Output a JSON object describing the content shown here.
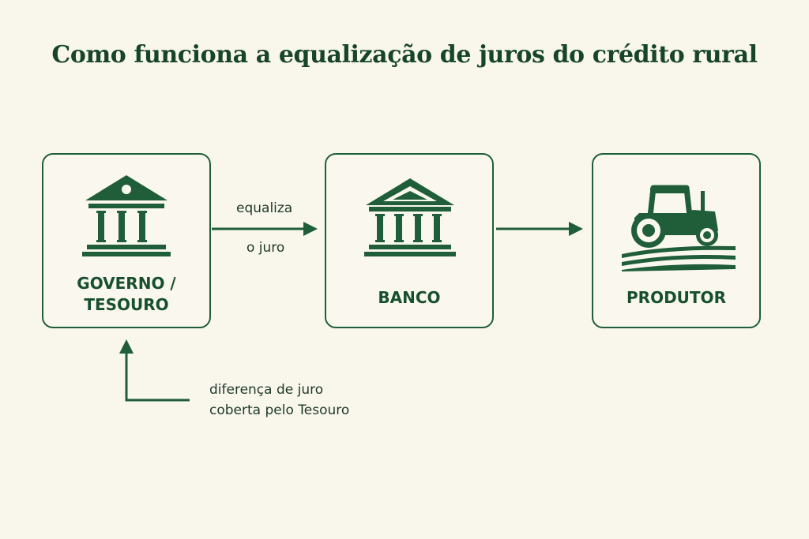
{
  "title": "Como funciona a equalização de juros do crédito rural",
  "nodes": {
    "governo": {
      "line1": "GOVERNO /",
      "line2": "TESOURO",
      "icon": "government-building-icon"
    },
    "banco": {
      "label": "BANCO",
      "icon": "bank-building-icon"
    },
    "produtor": {
      "label": "PRODUTOR",
      "icon": "tractor-icon"
    }
  },
  "edges": {
    "governo_to_banco": {
      "line1": "equaliza",
      "line2": "o juro"
    },
    "banco_to_produtor": {}
  },
  "feedback": {
    "line1": "diferença de juro",
    "line2": "coberta pelo Tesouro"
  },
  "colors": {
    "primary": "#1f5e39",
    "background": "#f9f6ec"
  }
}
